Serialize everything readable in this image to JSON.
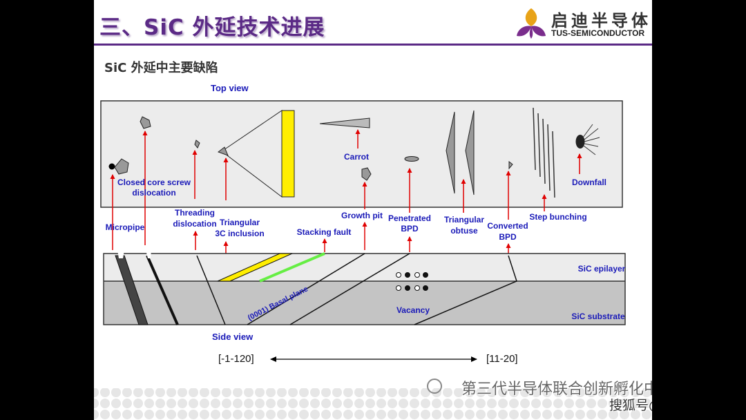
{
  "slide": {
    "title": "三、SiC 外延技术进展",
    "subtitle": "SiC 外延中主要缺陷",
    "logo_cn": "启迪半导体",
    "logo_en": "TUS-SEMICONDUCTOR"
  },
  "diagram": {
    "top_view_label": "Top view",
    "side_view_label": "Side view",
    "top_labels": {
      "closed_core": "Closed core screw",
      "closed_core_2": "dislocation",
      "carrot": "Carrot",
      "downfall": "Downfall"
    },
    "mid_labels": {
      "micropipe": "Micropipe",
      "threading_1": "Threading",
      "threading_2": "dislocation",
      "triangular_1": "Triangular",
      "triangular_2": "3C inclusion",
      "stacking_fault": "Stacking fault",
      "growth_pit": "Growth pit",
      "penetrated_1": "Penetrated",
      "penetrated_2": "BPD",
      "tri_obtuse_1": "Triangular",
      "tri_obtuse_2": "obtuse",
      "converted_1": "Converted",
      "converted_2": "BPD",
      "step_bunching": "Step bunching"
    },
    "layer_labels": {
      "epilayer": "SiC epilayer",
      "substrate": "SiC substrate",
      "basal_plane": "(0001) Basal plane",
      "vacancy": "Vacancy"
    },
    "direction": {
      "left": "[-1-120]",
      "right": "[11-20]"
    },
    "colors": {
      "label_blue": "#1a1ab8",
      "arrow_red": "#e00000",
      "yellow": "#ffee00",
      "green": "#66ee44",
      "panel": "#ececec",
      "substrate": "#c4c4c4"
    }
  },
  "watermark": {
    "line1": "第三代半导体联合创新孵化中心",
    "line2": "搜狐号@智芯咨询"
  }
}
